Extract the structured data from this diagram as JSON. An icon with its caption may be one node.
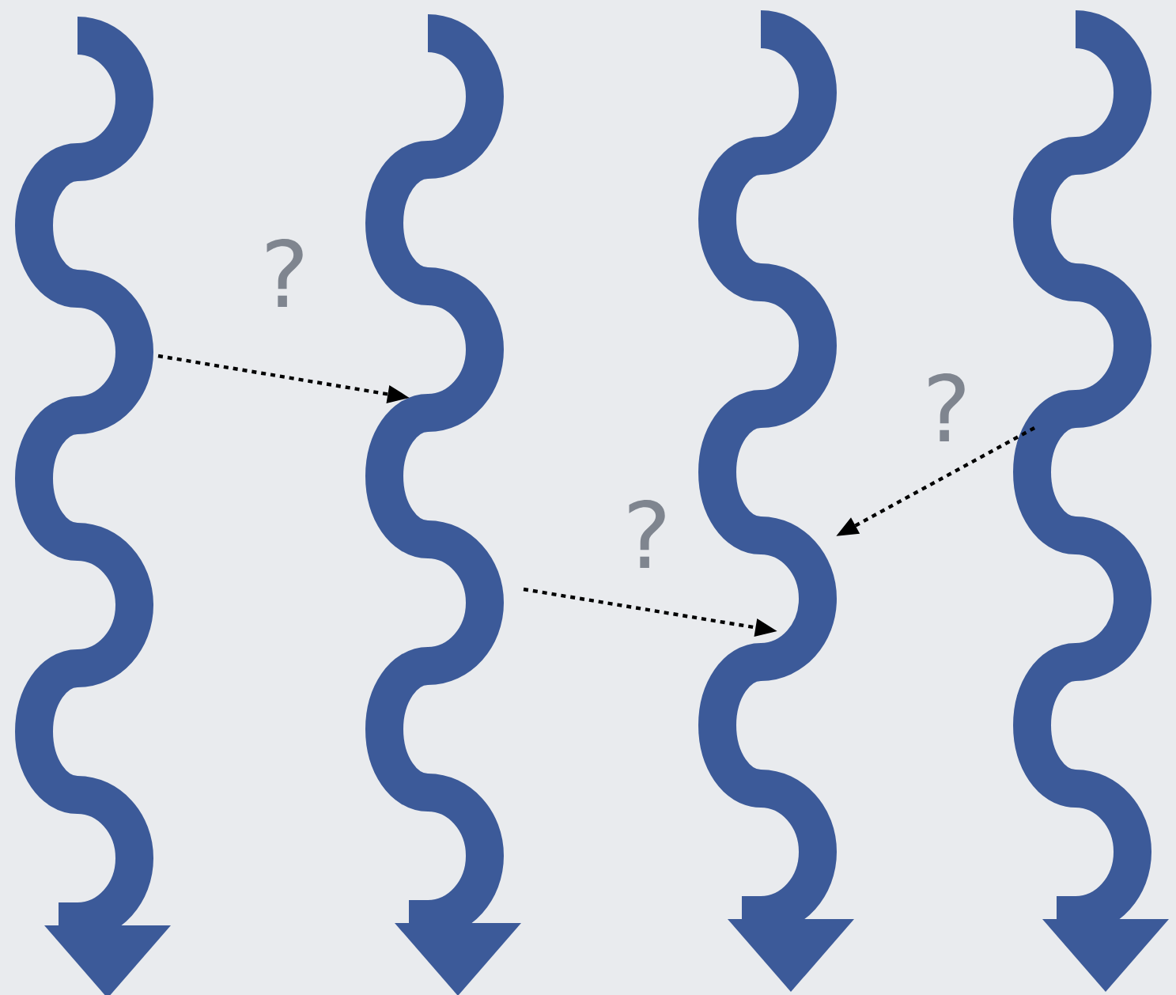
{
  "diagram": {
    "nodes": [
      {
        "text": [],
        "shape": "arrow"
      },
      {
        "text": [],
        "shape": "arrow"
      },
      {
        "text": [],
        "shape": "arrow"
      },
      {
        "text": [],
        "shape": "arrow"
      }
    ],
    "edges": [
      {
        "from": 0,
        "to": 1,
        "arrow": "to",
        "label": "?"
      },
      {
        "from": 1,
        "to": 2,
        "arrow": "to",
        "label": "?"
      },
      {
        "from": 3,
        "to": 2,
        "arrow": "to",
        "label": "?"
      }
    ]
  }
}
